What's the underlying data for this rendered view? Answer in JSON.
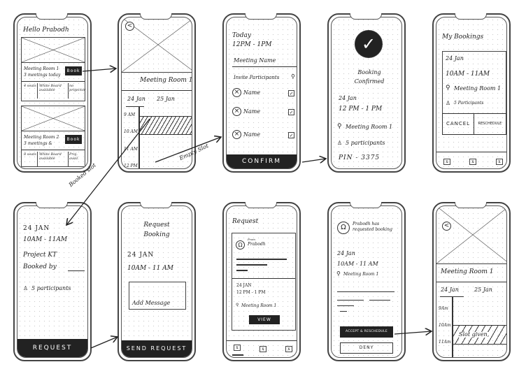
{
  "screens": {
    "home": {
      "greeting": "Hello Prabodh",
      "rooms": [
        {
          "name": "Meeting Room 1",
          "meetings": "3 meetings today",
          "book": "Book",
          "seats": "4 seats",
          "board": "White Board available",
          "projector": "no projector"
        },
        {
          "name": "Meeting Room 2",
          "meetings": "3 meetings &",
          "book": "Book",
          "seats": "8 seats",
          "board": "White Board available",
          "projector": "Proj. avail."
        }
      ]
    },
    "room_schedule": {
      "back": "<",
      "room": "Meeting Room 1",
      "dates": [
        "24 Jan",
        "25 Jan"
      ],
      "times": [
        "9 AM",
        "10 AM",
        "11 AM",
        "12 PM"
      ]
    },
    "create_meeting": {
      "day": "Today",
      "time": "12PM - 1PM",
      "name_placeholder": "Meeting Name",
      "invite": "Invite Participants",
      "participants": [
        "Name",
        "Name",
        "Name"
      ],
      "check": "✓",
      "confirm": "CONFIRM"
    },
    "confirmed": {
      "check": "✓",
      "title": "Booking Confirmed",
      "date": "24 Jan",
      "time": "12 PM - 1 PM",
      "room": "Meeting Room 1",
      "participants": "5 participants",
      "pin": "PIN - 3375"
    },
    "my_bookings": {
      "title": "My Bookings",
      "date": "24 Jan",
      "time": "10AM - 11AM",
      "room": "Meeting Room 1",
      "participants": "5 Participants",
      "cancel": "CANCEL",
      "reschedule": "RESCHEDULE",
      "tab_icon": "x"
    },
    "booked_slot": {
      "date": "24 JAN",
      "time": "10AM - 11AM",
      "project": "Project KT",
      "booked_by": "Booked by",
      "participants": "5 participants",
      "request": "REQUEST"
    },
    "request_booking": {
      "title": "Request Booking",
      "date": "24 JAN",
      "time": "10AM - 11 AM",
      "message": "Add Message",
      "send": "SEND REQUEST"
    },
    "requests": {
      "title": "Request",
      "from": "From",
      "sender": "Prabodh",
      "avatar": "Ω",
      "date": "24 JAN",
      "time": "12 PM - 1 PM",
      "room": "Meeting Room 1",
      "view": "VIEW",
      "tab_icon": "x"
    },
    "request_detail": {
      "avatar": "Ω",
      "message": "Prabodh has requested booking",
      "date": "24 Jan",
      "time": "10AM - 11 AM",
      "room": "Meeting Room 1",
      "accept": "ACCEPT & RESCHEDULE",
      "deny": "DENY"
    },
    "slot_given": {
      "back": "<",
      "room": "Meeting Room 1",
      "dates": [
        "24 Jan",
        "25 Jan"
      ],
      "times": [
        "9Am",
        "10Am",
        "11Am"
      ],
      "slot": "Slot given,"
    }
  },
  "annotations": {
    "booked": "Booked slot",
    "empty": "Empty Slot"
  },
  "icons": {
    "pin": "⚲",
    "person": "♙",
    "search": "⚲"
  }
}
